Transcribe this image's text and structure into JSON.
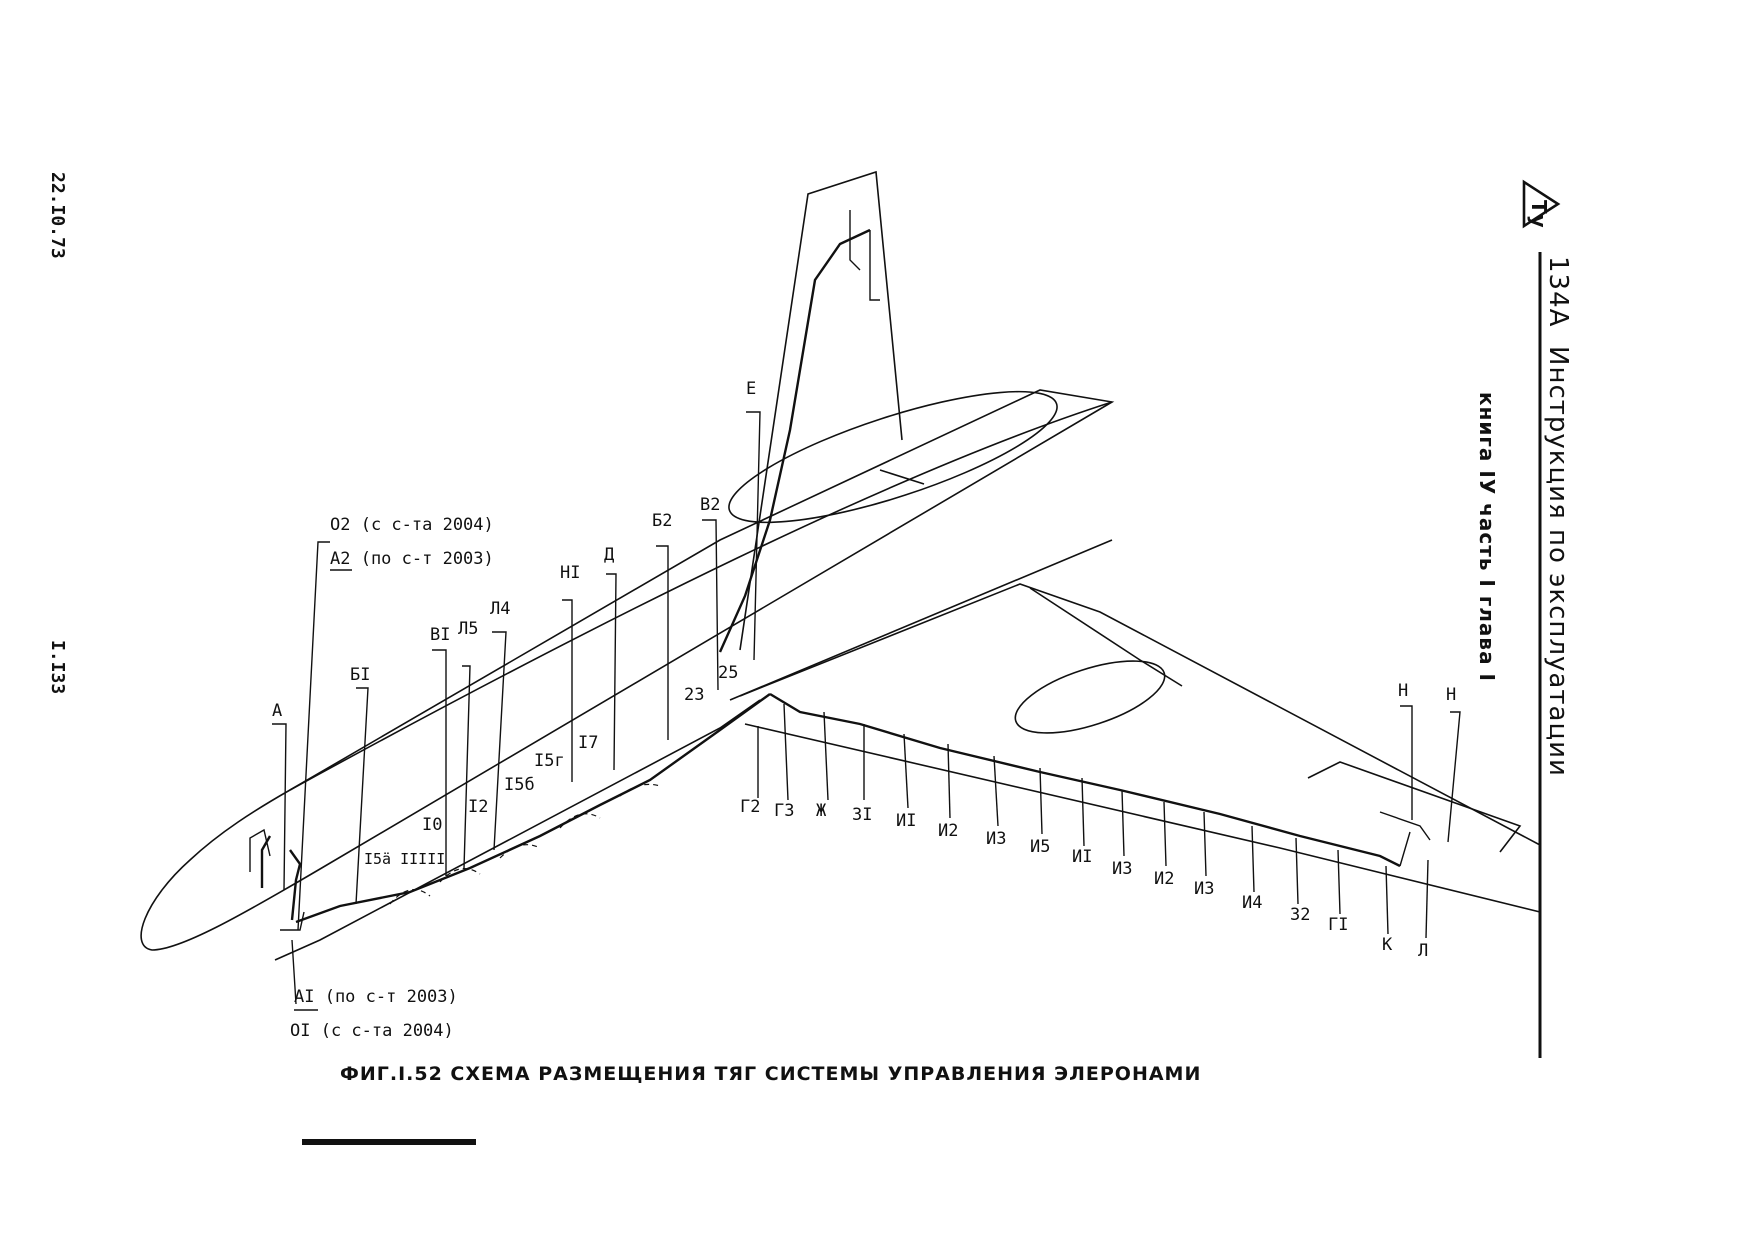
{
  "header": {
    "logo_text": "Ту",
    "model": "134А",
    "title": "Инструкция по эксплуатации",
    "subtitle": "книга IУ часть I глава I"
  },
  "margin": {
    "date": "22.I0.73",
    "page_number": "I.I33"
  },
  "figure": {
    "caption": "ФИГ.I.52  СХЕМА  РАЗМЕЩЕНИЯ  ТЯГ  СИСТЕМЫ  УПРАВЛЕНИЯ  ЭЛЕРОНАМИ"
  },
  "labels": {
    "o2": "O2 (с с-та 2004)",
    "a2": "A2 (по с-т 2003)",
    "a": "А",
    "b1": "БI",
    "v1": "ВI",
    "l5": "Л5",
    "l4": "Л4",
    "n1": "НI",
    "d": "Д",
    "b2": "Б2",
    "v2": "В2",
    "e": "Е",
    "n10": "I0",
    "n12": "I2",
    "n15b": "I5б",
    "n15g": "I5г",
    "n17": "I7",
    "n23": "23",
    "n25": "25",
    "g2": "Г2",
    "g3": "Г3",
    "zh": "Ж",
    "z1": "ЗI",
    "i1": "ИI",
    "i2": "И2",
    "i3": "И3",
    "i5": "И5",
    "i1b": "ИI",
    "i3b": "И3",
    "i2b": "И2",
    "i3c": "И3",
    "i4": "И4",
    "z2": "З2",
    "g1": "ГI",
    "k": "К",
    "l": "Л",
    "n_left": "Н",
    "n_right": "Н",
    "a1": "AI (по с-т 2003)",
    "o1": "OI (с с-та 2004)",
    "dense_marks": "I5ä IIIII"
  }
}
